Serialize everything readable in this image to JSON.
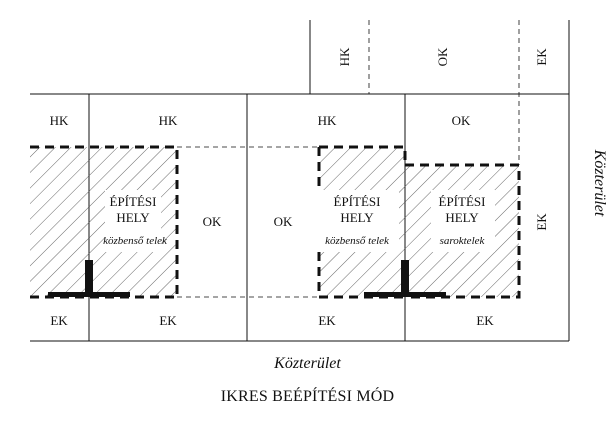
{
  "zones": {
    "top_right_hk": "HK",
    "top_right_ok": "OK",
    "top_right_ek": "EK",
    "row_hk_1": "HK",
    "row_hk_2": "HK",
    "row_hk_3": "HK",
    "row_ok_4": "OK",
    "lot2_ok": "OK",
    "lot3_ok": "OK",
    "corner_ek": "EK",
    "row_ek_1": "EK",
    "row_ek_2": "EK",
    "row_ek_3": "EK",
    "row_ek_4": "EK"
  },
  "building_areas": {
    "lot1": {
      "line1": "ÉPÍTÉSI",
      "line2": "HELY",
      "line3": "közbenső telek"
    },
    "lot3": {
      "line1": "ÉPÍTÉSI",
      "line2": "HELY",
      "line3": "közbenső telek"
    },
    "lot4": {
      "line1": "ÉPÍTÉSI",
      "line2": "HELY",
      "line3": "saroktelek"
    }
  },
  "street_right": "Közterület",
  "street_bottom": "Közterület",
  "title": "IKRES BEÉPÍTÉSI MÓD"
}
